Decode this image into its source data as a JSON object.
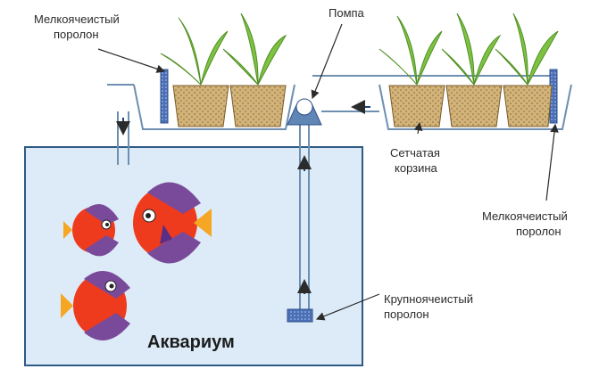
{
  "labels": {
    "foam_fine_left_line1": "Мелкоячеистый",
    "foam_fine_left_line2": "поролон",
    "pump": "Помпа",
    "basket_line1": "Сетчатая",
    "basket_line2": "корзина",
    "foam_fine_right_line1": "Мелкоячеистый",
    "foam_fine_right_line2": "поролон",
    "foam_coarse_line1": "Крупноячеистый",
    "foam_coarse_line2": "поролон",
    "aquarium": "Аквариум"
  },
  "colors": {
    "water": "#dcebf7",
    "tank_border": "#2f5a86",
    "pipe": "#6e8fb0",
    "arrow": "#1f3f7a",
    "pot": "#c8a56a",
    "plant": "#7dc242",
    "fish_body": "#ee3b1d",
    "fish_fin": "#7a4a9a",
    "foam": "#3f63a8"
  },
  "icons": [
    "plant-icon",
    "fish-icon",
    "arrow-icon"
  ]
}
